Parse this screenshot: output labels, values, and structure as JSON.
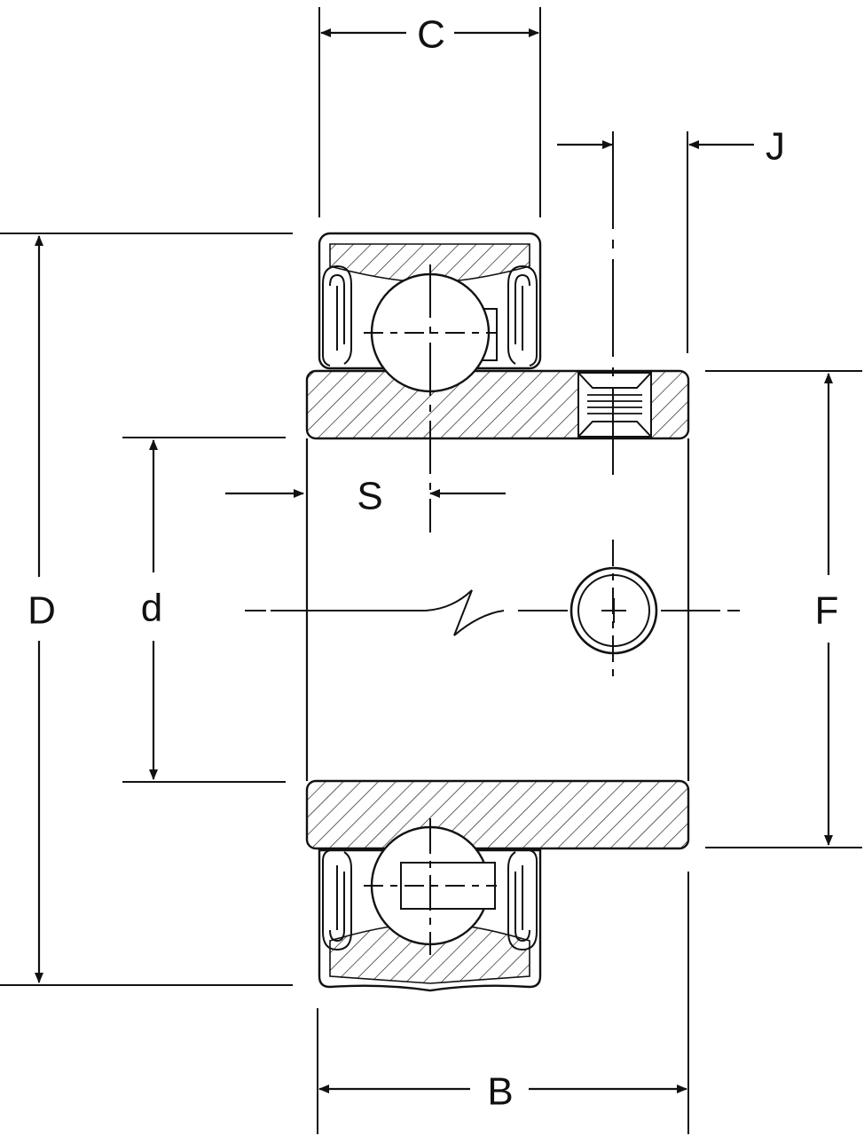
{
  "labels": {
    "C": "C",
    "J": "J",
    "S": "S",
    "D": "D",
    "d": "d",
    "F": "F",
    "B": "B"
  },
  "colors": {
    "line": "#111111",
    "background": "#ffffff"
  }
}
